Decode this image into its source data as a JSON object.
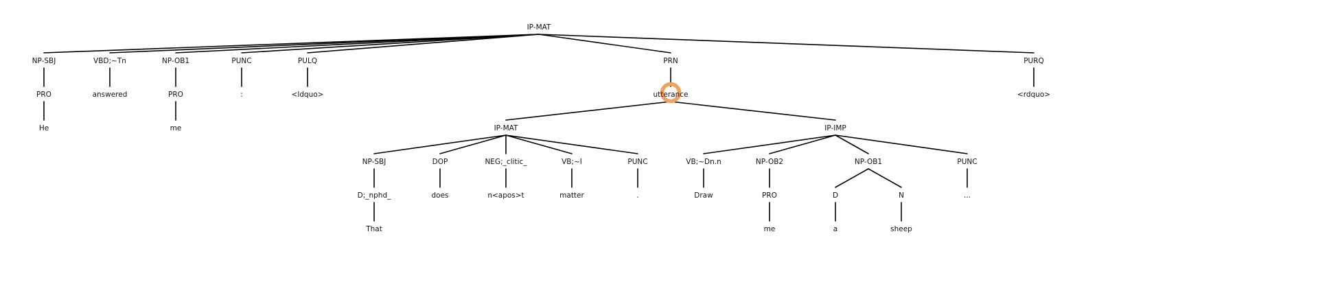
{
  "tree": {
    "id": "n0",
    "label": "IP-MAT",
    "children": [
      {
        "id": "n1",
        "label": "NP-SBJ",
        "children": [
          {
            "id": "n2",
            "label": "PRO",
            "children": [
              {
                "id": "n3",
                "label": "He"
              }
            ]
          }
        ]
      },
      {
        "id": "n4",
        "label": "VBD;~Tn",
        "children": [
          {
            "id": "n5",
            "label": "answered"
          }
        ]
      },
      {
        "id": "n6",
        "label": "NP-OB1",
        "children": [
          {
            "id": "n7",
            "label": "PRO",
            "children": [
              {
                "id": "n8",
                "label": "me"
              }
            ]
          }
        ]
      },
      {
        "id": "n9",
        "label": "PUNC",
        "children": [
          {
            "id": "n10",
            "label": ":"
          }
        ]
      },
      {
        "id": "n11",
        "label": "PULQ",
        "children": [
          {
            "id": "n12",
            "label": "<ldquo>"
          }
        ]
      },
      {
        "id": "n13",
        "label": "PRN",
        "children": [
          {
            "id": "n14",
            "label": "utterance",
            "highlighted": true,
            "children": [
              {
                "id": "n15",
                "label": "IP-MAT",
                "children": [
                  {
                    "id": "n16",
                    "label": "NP-SBJ",
                    "children": [
                      {
                        "id": "n17",
                        "label": "D;_nphd_",
                        "children": [
                          {
                            "id": "n18",
                            "label": "That"
                          }
                        ]
                      }
                    ]
                  },
                  {
                    "id": "n19",
                    "label": "DOP",
                    "children": [
                      {
                        "id": "n20",
                        "label": "does"
                      }
                    ]
                  },
                  {
                    "id": "n21",
                    "label": "NEG;_clitic_",
                    "children": [
                      {
                        "id": "n22",
                        "label": "n<apos>t"
                      }
                    ]
                  },
                  {
                    "id": "n23",
                    "label": "VB;~I",
                    "children": [
                      {
                        "id": "n24",
                        "label": "matter"
                      }
                    ]
                  },
                  {
                    "id": "n25",
                    "label": "PUNC",
                    "children": [
                      {
                        "id": "n26",
                        "label": "."
                      }
                    ]
                  }
                ]
              },
              {
                "id": "n27",
                "label": "IP-IMP",
                "children": [
                  {
                    "id": "n28",
                    "label": "VB;~Dn.n",
                    "children": [
                      {
                        "id": "n29",
                        "label": "Draw"
                      }
                    ]
                  },
                  {
                    "id": "n30",
                    "label": "NP-OB2",
                    "children": [
                      {
                        "id": "n31",
                        "label": "PRO",
                        "children": [
                          {
                            "id": "n32",
                            "label": "me"
                          }
                        ]
                      }
                    ]
                  },
                  {
                    "id": "n33",
                    "label": "NP-OB1",
                    "children": [
                      {
                        "id": "n34",
                        "label": "D",
                        "children": [
                          {
                            "id": "n35",
                            "label": "a"
                          }
                        ]
                      },
                      {
                        "id": "n36",
                        "label": "N",
                        "children": [
                          {
                            "id": "n37",
                            "label": "sheep"
                          }
                        ]
                      }
                    ]
                  },
                  {
                    "id": "n38",
                    "label": "PUNC",
                    "children": [
                      {
                        "id": "n39",
                        "label": "..."
                      }
                    ]
                  }
                ]
              }
            ]
          }
        ]
      },
      {
        "id": "n40",
        "label": "PURQ",
        "children": [
          {
            "id": "n41",
            "label": "<rdquo>"
          }
        ]
      }
    ]
  },
  "colors": {
    "edge": "#000000",
    "label": "#111111",
    "highlight": "#f0a35e"
  }
}
